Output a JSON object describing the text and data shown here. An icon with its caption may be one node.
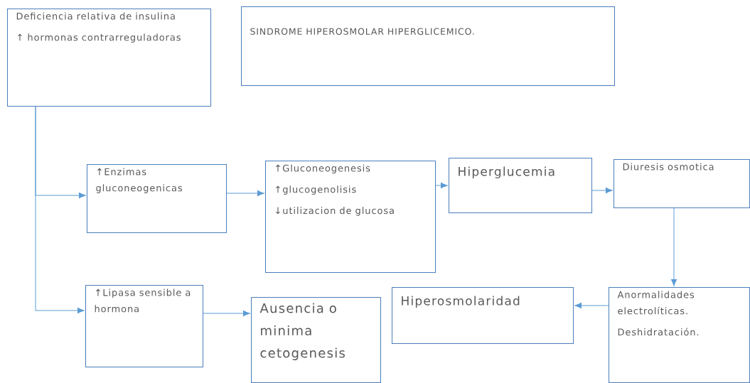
{
  "diagram": {
    "nodes": [
      {
        "text": [
          "Deficiencia relativa de insulina",
          "↑ hormonas contrarreguladoras"
        ]
      },
      {
        "text": [
          "SINDROME HIPEROSMOLAR HIPERGLICEMICO."
        ]
      },
      {
        "text": [
          "↑Enzimas gluconeogenicas"
        ]
      },
      {
        "text": [
          "↑Gluconeogenesis",
          "↑glucogenolisis",
          "↓utilizacion de glucosa"
        ]
      },
      {
        "text": [
          "Hiperglucemia"
        ]
      },
      {
        "text": [
          "Diuresis osmotica"
        ]
      },
      {
        "text": [
          "↑Lipasa sensible a hormona"
        ]
      },
      {
        "text": [
          "Ausencia o minima cetogenesis"
        ]
      },
      {
        "text": [
          "Hiperosmolaridad"
        ]
      },
      {
        "text": [
          "Anormalidades electrolíticas.",
          "Deshidratación."
        ]
      }
    ],
    "edges": [
      {
        "from": 0,
        "to": 2,
        "arrow": "to"
      },
      {
        "from": 0,
        "to": 6,
        "arrow": "to"
      },
      {
        "from": 2,
        "to": 3,
        "arrow": "to"
      },
      {
        "from": 3,
        "to": 4,
        "arrow": "to"
      },
      {
        "from": 4,
        "to": 5,
        "arrow": "to"
      },
      {
        "from": 5,
        "to": 9,
        "arrow": "to"
      },
      {
        "from": 9,
        "to": 8,
        "arrow": "to"
      },
      {
        "from": 6,
        "to": 7,
        "arrow": "to"
      }
    ]
  }
}
